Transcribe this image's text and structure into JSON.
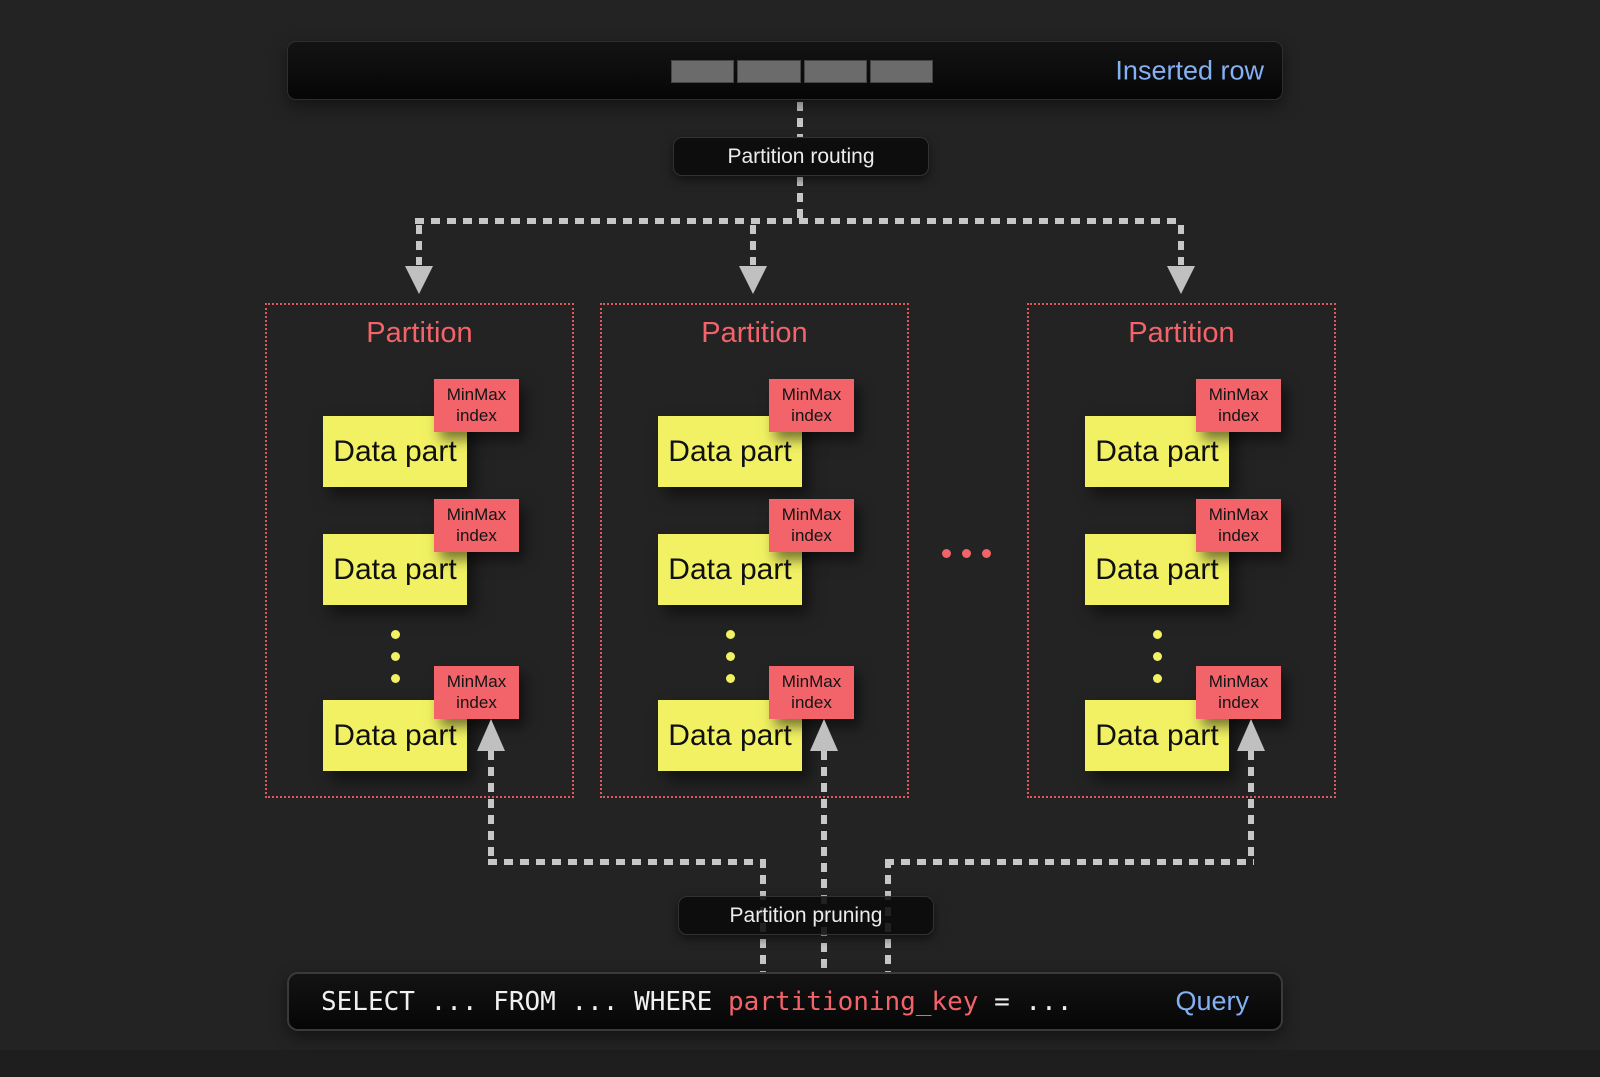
{
  "colors": {
    "background": "#232323",
    "bar_background": "#0a0a0a",
    "pill_background": "#0d0d0d",
    "accent_red": "#f2636a",
    "border_red": "#e2575e",
    "accent_yellow": "#f1f163",
    "accent_blue": "#84b0f4",
    "arrow_gray": "#c7c7c7",
    "segment_gray": "#6b6b6b",
    "code_white": "#f0f0f0"
  },
  "inserted_row_bar": {
    "label": "Inserted row",
    "segment_count": 4
  },
  "routing_pill": {
    "label": "Partition routing"
  },
  "pruning_pill": {
    "label": "Partition pruning"
  },
  "partitions": [
    {
      "title": "Partition",
      "parts": [
        {
          "name": "Data part",
          "index": "MinMax index"
        },
        {
          "name": "Data part",
          "index": "MinMax index"
        },
        {
          "name": "Data part",
          "index": "MinMax index"
        }
      ]
    },
    {
      "title": "Partition",
      "parts": [
        {
          "name": "Data part",
          "index": "MinMax index"
        },
        {
          "name": "Data part",
          "index": "MinMax index"
        },
        {
          "name": "Data part",
          "index": "MinMax index"
        }
      ]
    },
    {
      "title": "Partition",
      "parts": [
        {
          "name": "Data part",
          "index": "MinMax index"
        },
        {
          "name": "Data part",
          "index": "MinMax index"
        },
        {
          "name": "Data part",
          "index": "MinMax index"
        }
      ]
    }
  ],
  "query_bar": {
    "sql_prefix": "SELECT ... FROM ... WHERE ",
    "sql_key": "partitioning_key",
    "sql_suffix": " = ...",
    "label": "Query"
  }
}
